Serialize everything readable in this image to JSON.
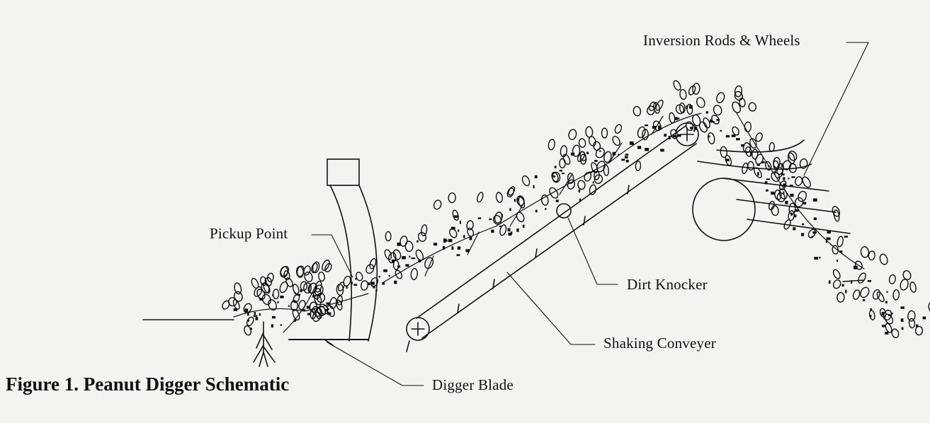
{
  "figure": {
    "caption": "Figure 1. Peanut Digger Schematic"
  },
  "labels": {
    "pickup_point": "Pickup Point",
    "digger_blade": "Digger Blade",
    "shaking_conveyer": "Shaking Conveyer",
    "dirt_knocker": "Dirt Knocker",
    "inversion": "Inversion Rods & Wheels"
  },
  "colors": {
    "ink": "#111111",
    "paper": "#f4f3ef",
    "bleed_through": "#b9b7b1"
  }
}
